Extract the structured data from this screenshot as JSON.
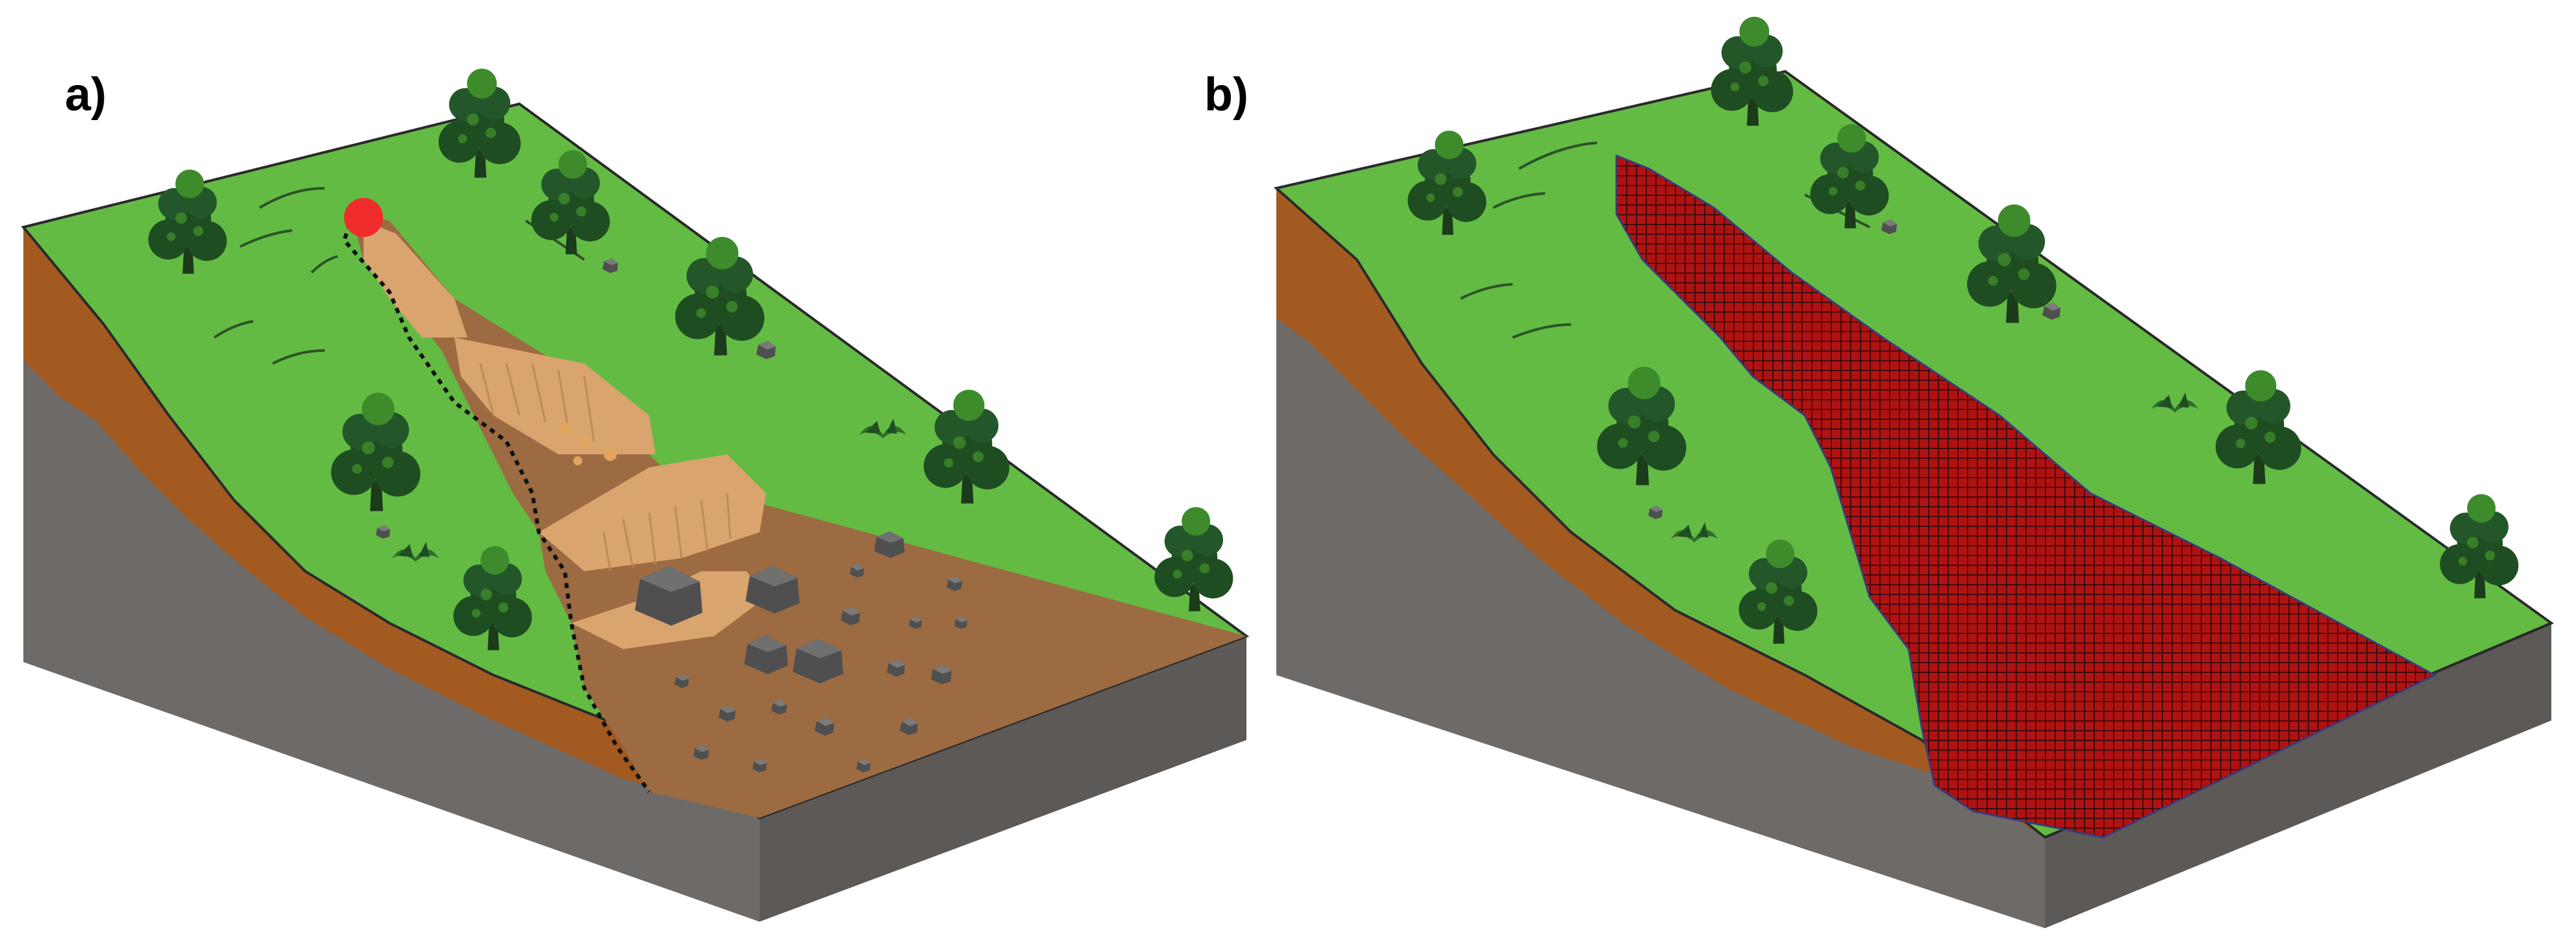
{
  "panels": [
    {
      "id": "a",
      "label": "a)"
    },
    {
      "id": "b",
      "label": "b)"
    }
  ],
  "colors": {
    "grass": "#63bb44",
    "soil": "#a35a21",
    "rock": "#6d6a67",
    "scar": "#9c6b42",
    "scar_light": "#d9a46d",
    "boulder": "#4f4f4f",
    "tree": "#1f4d22",
    "tree_highlight": "#3e8b2c",
    "crown_point": "#ef2b2b",
    "mapped_area": "#b01212",
    "mapped_grid": "#220808",
    "outline": "#2a2a2a"
  },
  "icons": [
    "tree-icon",
    "boulder-icon",
    "crown-point-icon",
    "grass-tuft-icon"
  ]
}
